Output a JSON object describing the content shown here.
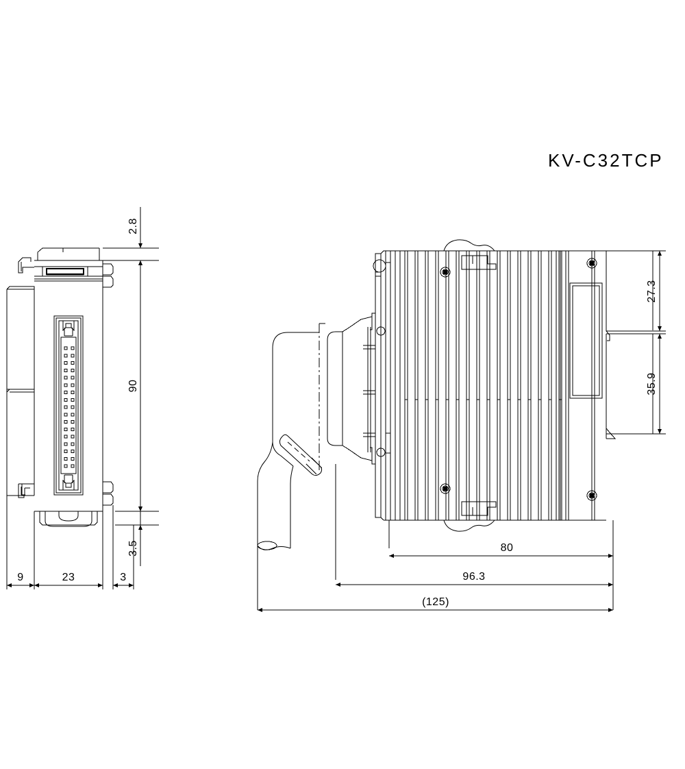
{
  "drawing": {
    "title": "KV-C32TCP",
    "background_color": "#ffffff",
    "line_color": "#000000",
    "units_note": "",
    "views": [
      {
        "name": "left-view",
        "description": "end view of module showing connector face"
      },
      {
        "name": "right-view",
        "description": "side view of module showing finned body and cable connector"
      }
    ]
  },
  "dimensions": {
    "left_view": {
      "vertical": [
        {
          "id": "dim-2-8",
          "value": "2.8",
          "orientation": "vertical"
        },
        {
          "id": "dim-90",
          "value": "90",
          "orientation": "vertical"
        },
        {
          "id": "dim-3-5",
          "value": "3.5",
          "orientation": "vertical"
        }
      ],
      "horizontal": [
        {
          "id": "dim-9",
          "value": "9",
          "orientation": "horizontal"
        },
        {
          "id": "dim-23",
          "value": "23",
          "orientation": "horizontal"
        },
        {
          "id": "dim-3",
          "value": "3",
          "orientation": "horizontal"
        }
      ]
    },
    "right_view": {
      "vertical": [
        {
          "id": "dim-27-3",
          "value": "27.3",
          "orientation": "vertical"
        },
        {
          "id": "dim-35-9",
          "value": "35.9",
          "orientation": "vertical"
        }
      ],
      "horizontal": [
        {
          "id": "dim-80",
          "value": "80",
          "orientation": "horizontal"
        },
        {
          "id": "dim-96-3",
          "value": "96.3",
          "orientation": "horizontal"
        },
        {
          "id": "dim-125",
          "value": "(125)",
          "orientation": "horizontal"
        }
      ]
    }
  },
  "connector": {
    "pin_rows": 17,
    "pin_columns": 2
  }
}
